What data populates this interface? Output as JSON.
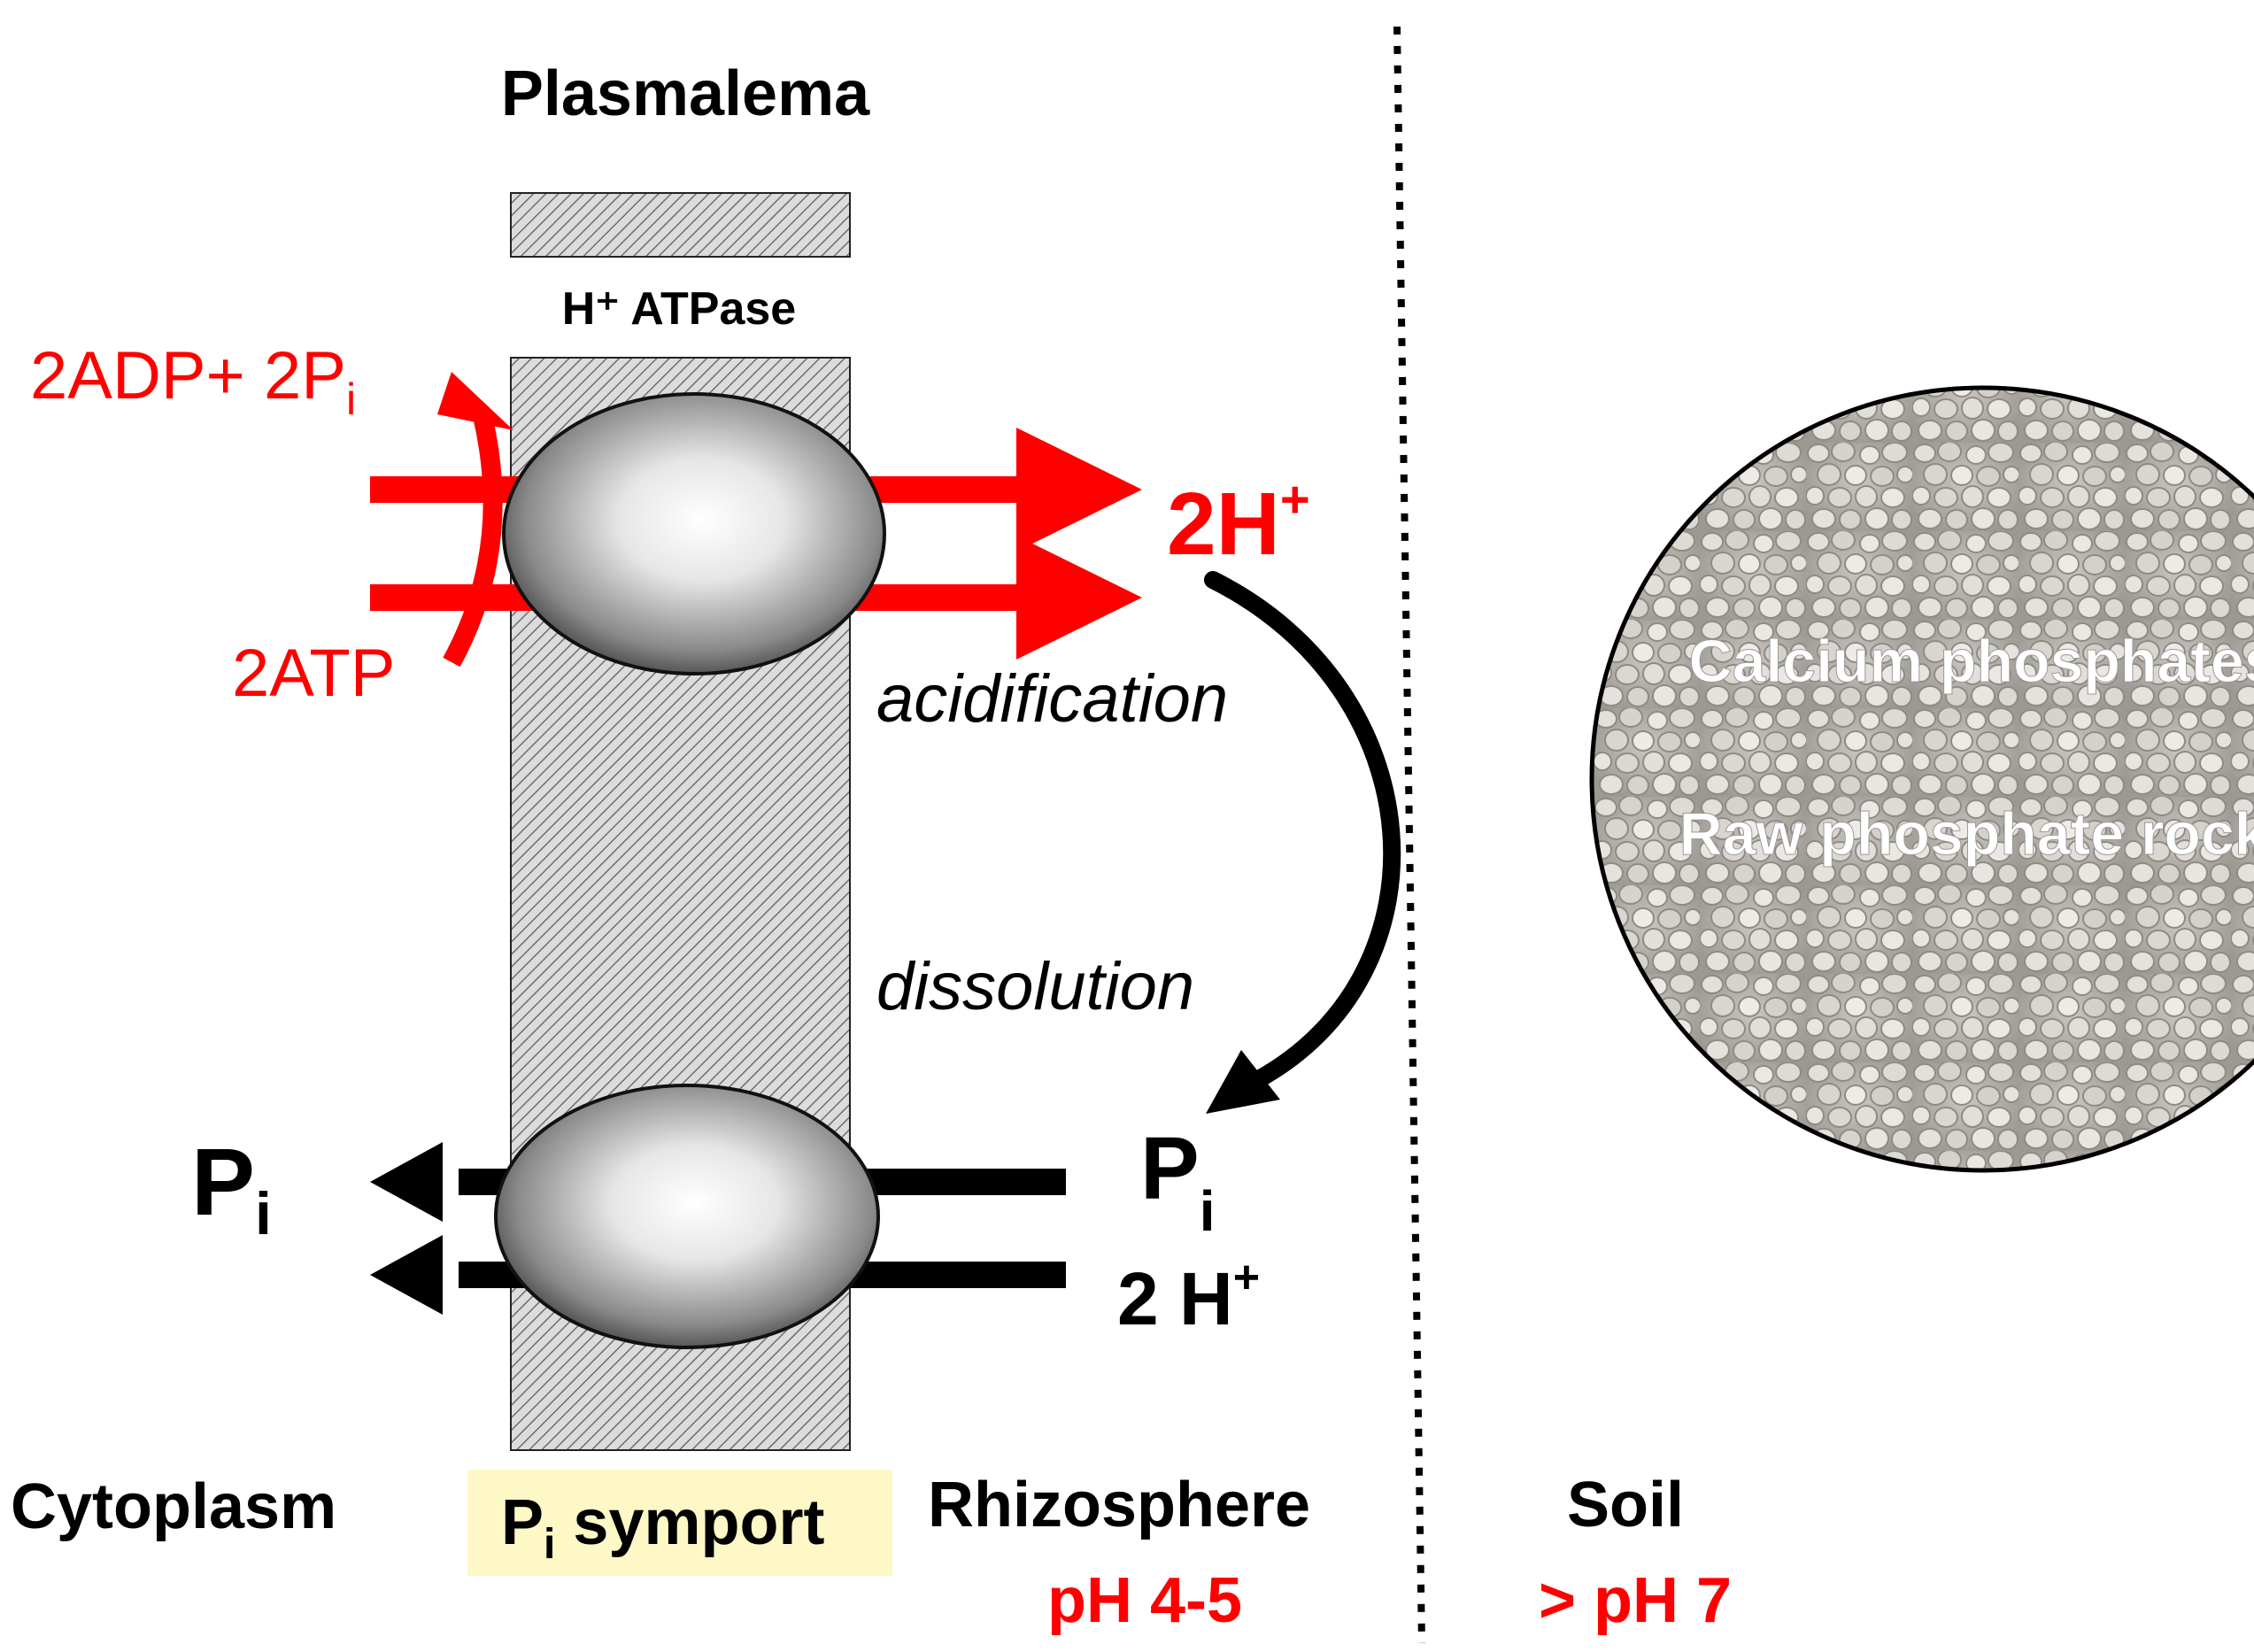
{
  "title": "Plasmalema",
  "membrane": {
    "pump_label": "H⁺ ATPase",
    "symport_label_main": "P",
    "symport_label_sub": "i",
    "symport_label_rest": " symport"
  },
  "atpase": {
    "products_main": "2ADP+ 2P",
    "products_sub": "i",
    "substrate": "2ATP",
    "output_main": "2H",
    "output_sup": "+"
  },
  "process": {
    "step1": "acidification",
    "step2": "dissolution"
  },
  "symport": {
    "in_pi_main": "P",
    "in_pi_sub": "i",
    "out_pi_main": "P",
    "out_pi_sub": "i",
    "out_h_main": "2 H",
    "out_h_sup": "+"
  },
  "regions": {
    "cytoplasm": "Cytoplasm",
    "rhizosphere": "Rhizosphere",
    "rhizosphere_ph": "pH 4-5",
    "soil": "Soil",
    "soil_ph": "> pH 7"
  },
  "soil_image": {
    "line1": "Calcium phosphates",
    "line2": "Raw phosphate rocks"
  },
  "colors": {
    "accent": "#ff0000",
    "ink": "#000000",
    "symport_box": "#fdf8c6",
    "membrane_bg": "#d9d9d9"
  }
}
